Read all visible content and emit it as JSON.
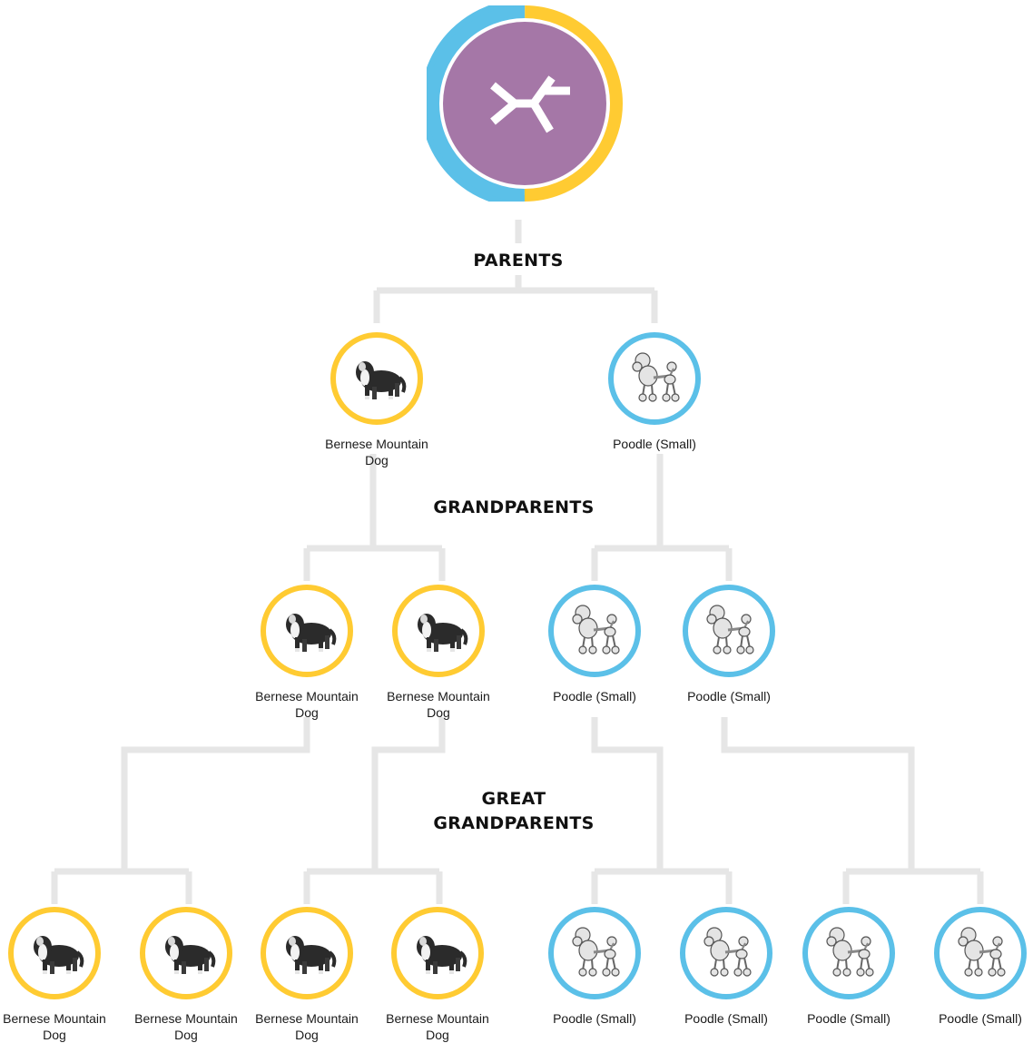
{
  "colors": {
    "bernese": "#FFCB32",
    "poodle": "#5BC0E8",
    "hero_fill": "#A577A7",
    "connector": "#E6E6E6"
  },
  "sections": {
    "parents": "PARENTS",
    "grandparents": "GRANDPARENTS",
    "great_grandparents": "GREAT\nGRANDPARENTS"
  },
  "hero": {
    "icon": "dna-branch-icon"
  },
  "parents": [
    {
      "breed": "Bernese Mountain\nDog",
      "icon": "bernese-dog-icon"
    },
    {
      "breed": "Poodle (Small)",
      "icon": "poodle-icon"
    }
  ],
  "grandparents": [
    {
      "breed": "Bernese Mountain\nDog",
      "icon": "bernese-dog-icon"
    },
    {
      "breed": "Bernese Mountain\nDog",
      "icon": "bernese-dog-icon"
    },
    {
      "breed": "Poodle (Small)",
      "icon": "poodle-icon"
    },
    {
      "breed": "Poodle (Small)",
      "icon": "poodle-icon"
    }
  ],
  "great_grandparents": [
    {
      "breed": "Bernese Mountain\nDog",
      "icon": "bernese-dog-icon"
    },
    {
      "breed": "Bernese Mountain\nDog",
      "icon": "bernese-dog-icon"
    },
    {
      "breed": "Bernese Mountain\nDog",
      "icon": "bernese-dog-icon"
    },
    {
      "breed": "Bernese Mountain\nDog",
      "icon": "bernese-dog-icon"
    },
    {
      "breed": "Poodle (Small)",
      "icon": "poodle-icon"
    },
    {
      "breed": "Poodle (Small)",
      "icon": "poodle-icon"
    },
    {
      "breed": "Poodle (Small)",
      "icon": "poodle-icon"
    },
    {
      "breed": "Poodle (Small)",
      "icon": "poodle-icon"
    }
  ]
}
